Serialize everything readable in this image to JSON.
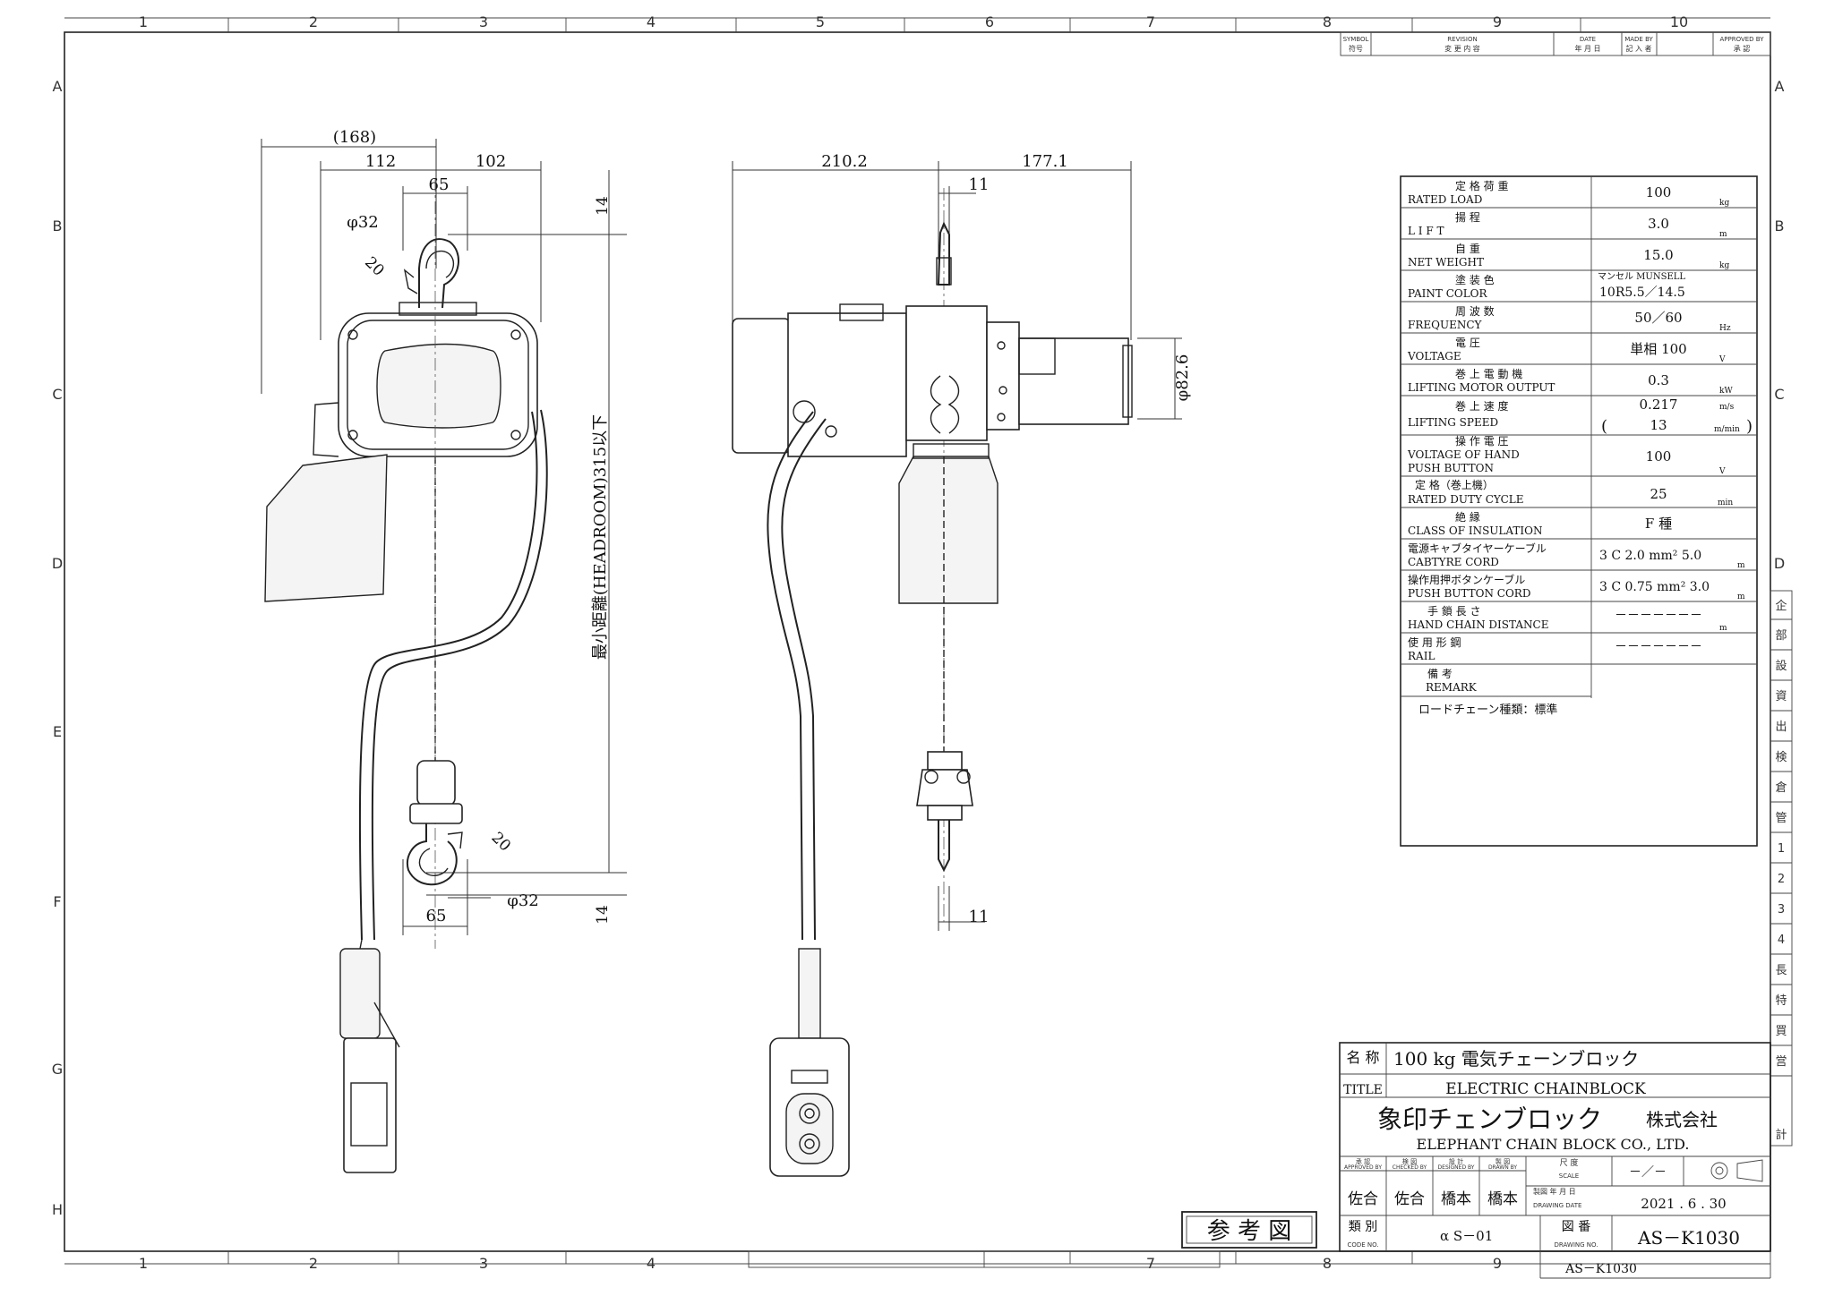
{
  "frame": {
    "col_numbers": [
      "1",
      "2",
      "3",
      "4",
      "5",
      "6",
      "7",
      "8",
      "9",
      "10"
    ],
    "row_letters": [
      "A",
      "B",
      "C",
      "D",
      "E",
      "F",
      "G",
      "H"
    ],
    "side_marks": [
      "企",
      "部",
      "設",
      "資",
      "出",
      "検",
      "倉",
      "管",
      "1",
      "2",
      "3",
      "4",
      "長",
      "特",
      "買",
      "営",
      "計"
    ]
  },
  "revision_block": {
    "symbol": "SYMBOL",
    "symbol_jp": "符号",
    "revision": "REVISION",
    "revision_jp": "変 更 内 容",
    "date": "DATE",
    "date_jp": "年 月 日",
    "made_by": "MADE BY",
    "made_by_jp": "記 入 者",
    "approved_by": "APPROVED BY",
    "approved_by_jp": "承 認"
  },
  "front_view": {
    "dims": {
      "overall": "(168)",
      "left": "112",
      "right": "102",
      "hook_top": "65",
      "hook_dia_top": "φ32",
      "hook_open_top": "20",
      "clearance_top": "14",
      "headroom": "最小距離(HEADROOM)315以下",
      "hook_open_bottom": "20",
      "hook_dia_bottom": "φ32",
      "hook_bottom": "65",
      "clearance_bottom": "14"
    }
  },
  "side_view": {
    "dims": {
      "left": "210.2",
      "right": "177.1",
      "top_offset": "11",
      "motor_dia": "φ82.6",
      "bottom_offset": "11"
    }
  },
  "spec_table": {
    "rows": [
      {
        "jp": "定 格 荷 重",
        "en": "RATED LOAD",
        "value": "100",
        "unit": "kg"
      },
      {
        "jp": "揚 程",
        "en": "L I F T",
        "value": "3.0",
        "unit": "m"
      },
      {
        "jp": "自 重",
        "en": "NET WEIGHT",
        "value": "15.0",
        "unit": "kg"
      },
      {
        "jp": "塗 装 色",
        "en": "PAINT COLOR",
        "value_top": "マンセル MUNSELL",
        "value": "10R5.5／14.5",
        "unit": ""
      },
      {
        "jp": "周 波 数",
        "en": "FREQUENCY",
        "value": "50／60",
        "unit": "Hz"
      },
      {
        "jp": "電 圧",
        "en": "VOLTAGE",
        "value": "単相 100",
        "unit": "V"
      },
      {
        "jp": "巻 上 電 動 機",
        "en": "LIFTING MOTOR OUTPUT",
        "value": "0.3",
        "unit": "kW"
      },
      {
        "jp": "巻 上 速 度",
        "en": "LIFTING SPEED",
        "value": "0.217",
        "unit": "m/s",
        "value2": "13",
        "unit2": "m/min"
      },
      {
        "jp": "操 作 電 圧",
        "en": "VOLTAGE OF HAND",
        "en2": "PUSH BUTTON",
        "value": "100",
        "unit": "V"
      },
      {
        "jp": "定 格（巻上機）",
        "en": "RATED DUTY CYCLE",
        "value": "25",
        "unit": "min"
      },
      {
        "jp": "絶 縁",
        "en": "CLASS OF INSULATION",
        "value": "F 種",
        "unit": ""
      },
      {
        "jp": "電源キャブタイヤーケーブル",
        "en": "CABTYRE CORD",
        "value": "3 C 2.0 mm² 5.0",
        "unit": "m"
      },
      {
        "jp": "操作用押ボタンケーブル",
        "en": "PUSH BUTTON CORD",
        "value": "3 C 0.75 mm² 3.0",
        "unit": "m"
      },
      {
        "jp": "手 鎖 長 さ",
        "en": "HAND CHAIN DISTANCE",
        "value": "－－－－－－－",
        "unit": "m"
      },
      {
        "jp": "使 用 形 鋼",
        "en": "RAIL",
        "value": "－－－－－－－",
        "unit": ""
      },
      {
        "jp": "備 考",
        "en": "REMARK",
        "value": "",
        "unit": ""
      }
    ],
    "note": "ロードチェーン種類：標準"
  },
  "title_block": {
    "name_label": "名 称",
    "name_value": "100 kg 電気チェーンブロック",
    "title_label": "TITLE",
    "title_value": "ELECTRIC CHAINBLOCK",
    "company_jp": "象印チェンブロック",
    "company_suffix": "株式会社",
    "company_en": "ELEPHANT CHAIN BLOCK CO., LTD.",
    "approved_jp": "承 認",
    "approved_en": "APPROVED BY",
    "checked_jp": "検 図",
    "checked_en": "CHECKED BY",
    "designed_jp": "設 計",
    "designed_en": "DESIGNED BY",
    "drawn_jp": "製 図",
    "drawn_en": "DRAWN BY",
    "approved_name": "佐合",
    "checked_name": "佐合",
    "designed_name": "橋本",
    "drawn_name": "橋本",
    "scale_jp": "尺 度",
    "scale_en": "SCALE",
    "scale_value": "－／－",
    "date_jp": "製図 年 月 日",
    "date_en": "DRAWING DATE",
    "date_value": "2021 . 6 . 30",
    "code_jp": "類 別",
    "code_en": "CODE NO.",
    "code_value": "α S－01",
    "drawing_no_jp": "図 番",
    "drawing_no_en": "DRAWING NO.",
    "drawing_no": "AS－K1030",
    "drawing_no_below": "AS－K1030",
    "reference_stamp": "参 考 図"
  }
}
